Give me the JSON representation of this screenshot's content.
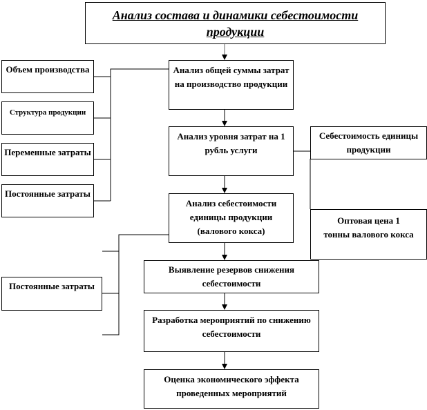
{
  "title": "Анализ состава и динамики себестоимости продукции",
  "main_flow": [
    "Анализ общей суммы затрат на производство продукции",
    "Анализ уровня затрат на 1 рубль услуги",
    "Анализ себестоимости единицы продукции (валового кокса)",
    "Выявление резервов снижения себестоимости",
    "Разработка мероприятий по снижению себестоимости",
    "Оценка экономического эффекта проведенных мероприятий"
  ],
  "left_factors": [
    "Объем производства",
    "Структура продукции",
    "Переменные затраты",
    "Постоянные затраты"
  ],
  "left_factor_lower": "Постоянные затраты",
  "right_factors": [
    "Себестоимость единицы продукции",
    "Оптовая цена 1 тонны валового кокса"
  ]
}
